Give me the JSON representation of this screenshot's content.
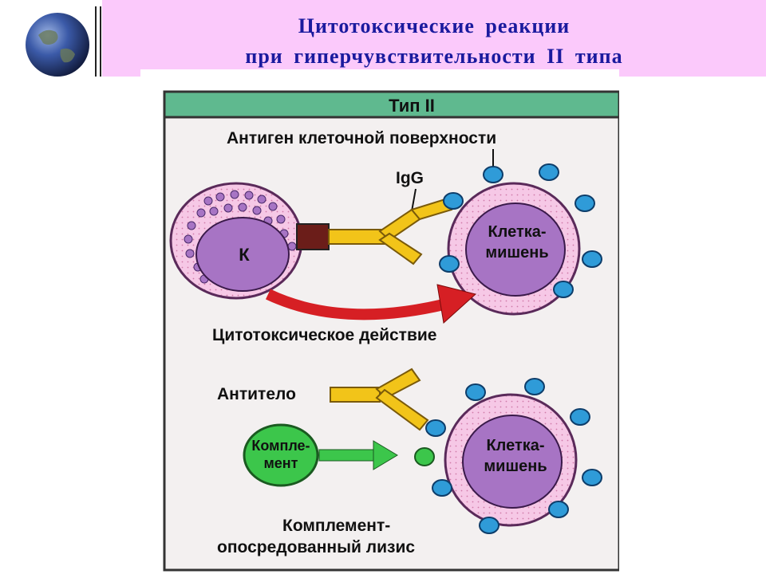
{
  "header": {
    "title_line1": "Цитотоксические  реакции",
    "title_line2": "при  гиперчувствительности  II  типа",
    "title_color": "#1a1a9e",
    "background": "#fbc9fb"
  },
  "logo": {
    "icon": "globe-icon"
  },
  "diagram": {
    "type_label": "Тип II",
    "top": {
      "antigen_label": "Антиген клеточной поверхности",
      "igg_label": "IgG",
      "killer_label": "К",
      "target_label_line1": "Клетка-",
      "target_label_line2": "мишень",
      "action_label": "Цитотоксическое действие"
    },
    "bottom": {
      "antibody_label": "Антитело",
      "complement_line1": "Компле-",
      "complement_line2": "мент",
      "target_label_line1": "Клетка-",
      "target_label_line2": "мишень",
      "lysis_line1": "Комплемент-",
      "lysis_line2": "опосредованный лизис"
    },
    "colors": {
      "header_bar": "#5fb98f",
      "panel": "#f3f0f0",
      "cell_outer": "#f6c8e6",
      "cell_nucleus": "#a774c4",
      "antigen": "#2f9bd8",
      "antibody": "#f2c419",
      "complement": "#3cc64b",
      "arrow_red": "#d61f24",
      "receptor": "#6b1d19"
    }
  }
}
